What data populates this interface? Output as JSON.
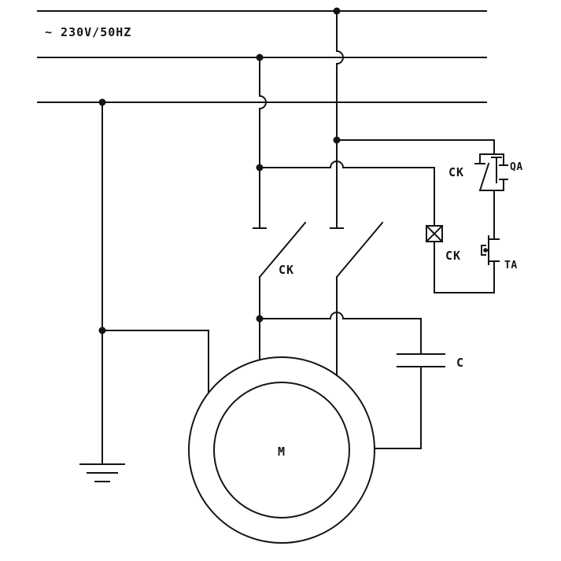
{
  "diagram": {
    "type": "electrical-schematic",
    "colors": {
      "line": "#141414",
      "background": "#ffffff"
    },
    "labels": {
      "supply": "~ 230V/50HZ",
      "main_contacts": "CK",
      "aux_contact": "CK",
      "coil": "CK",
      "start_button": "QA",
      "stop_button": "TA",
      "capacitor": "C",
      "motor": "M"
    }
  }
}
